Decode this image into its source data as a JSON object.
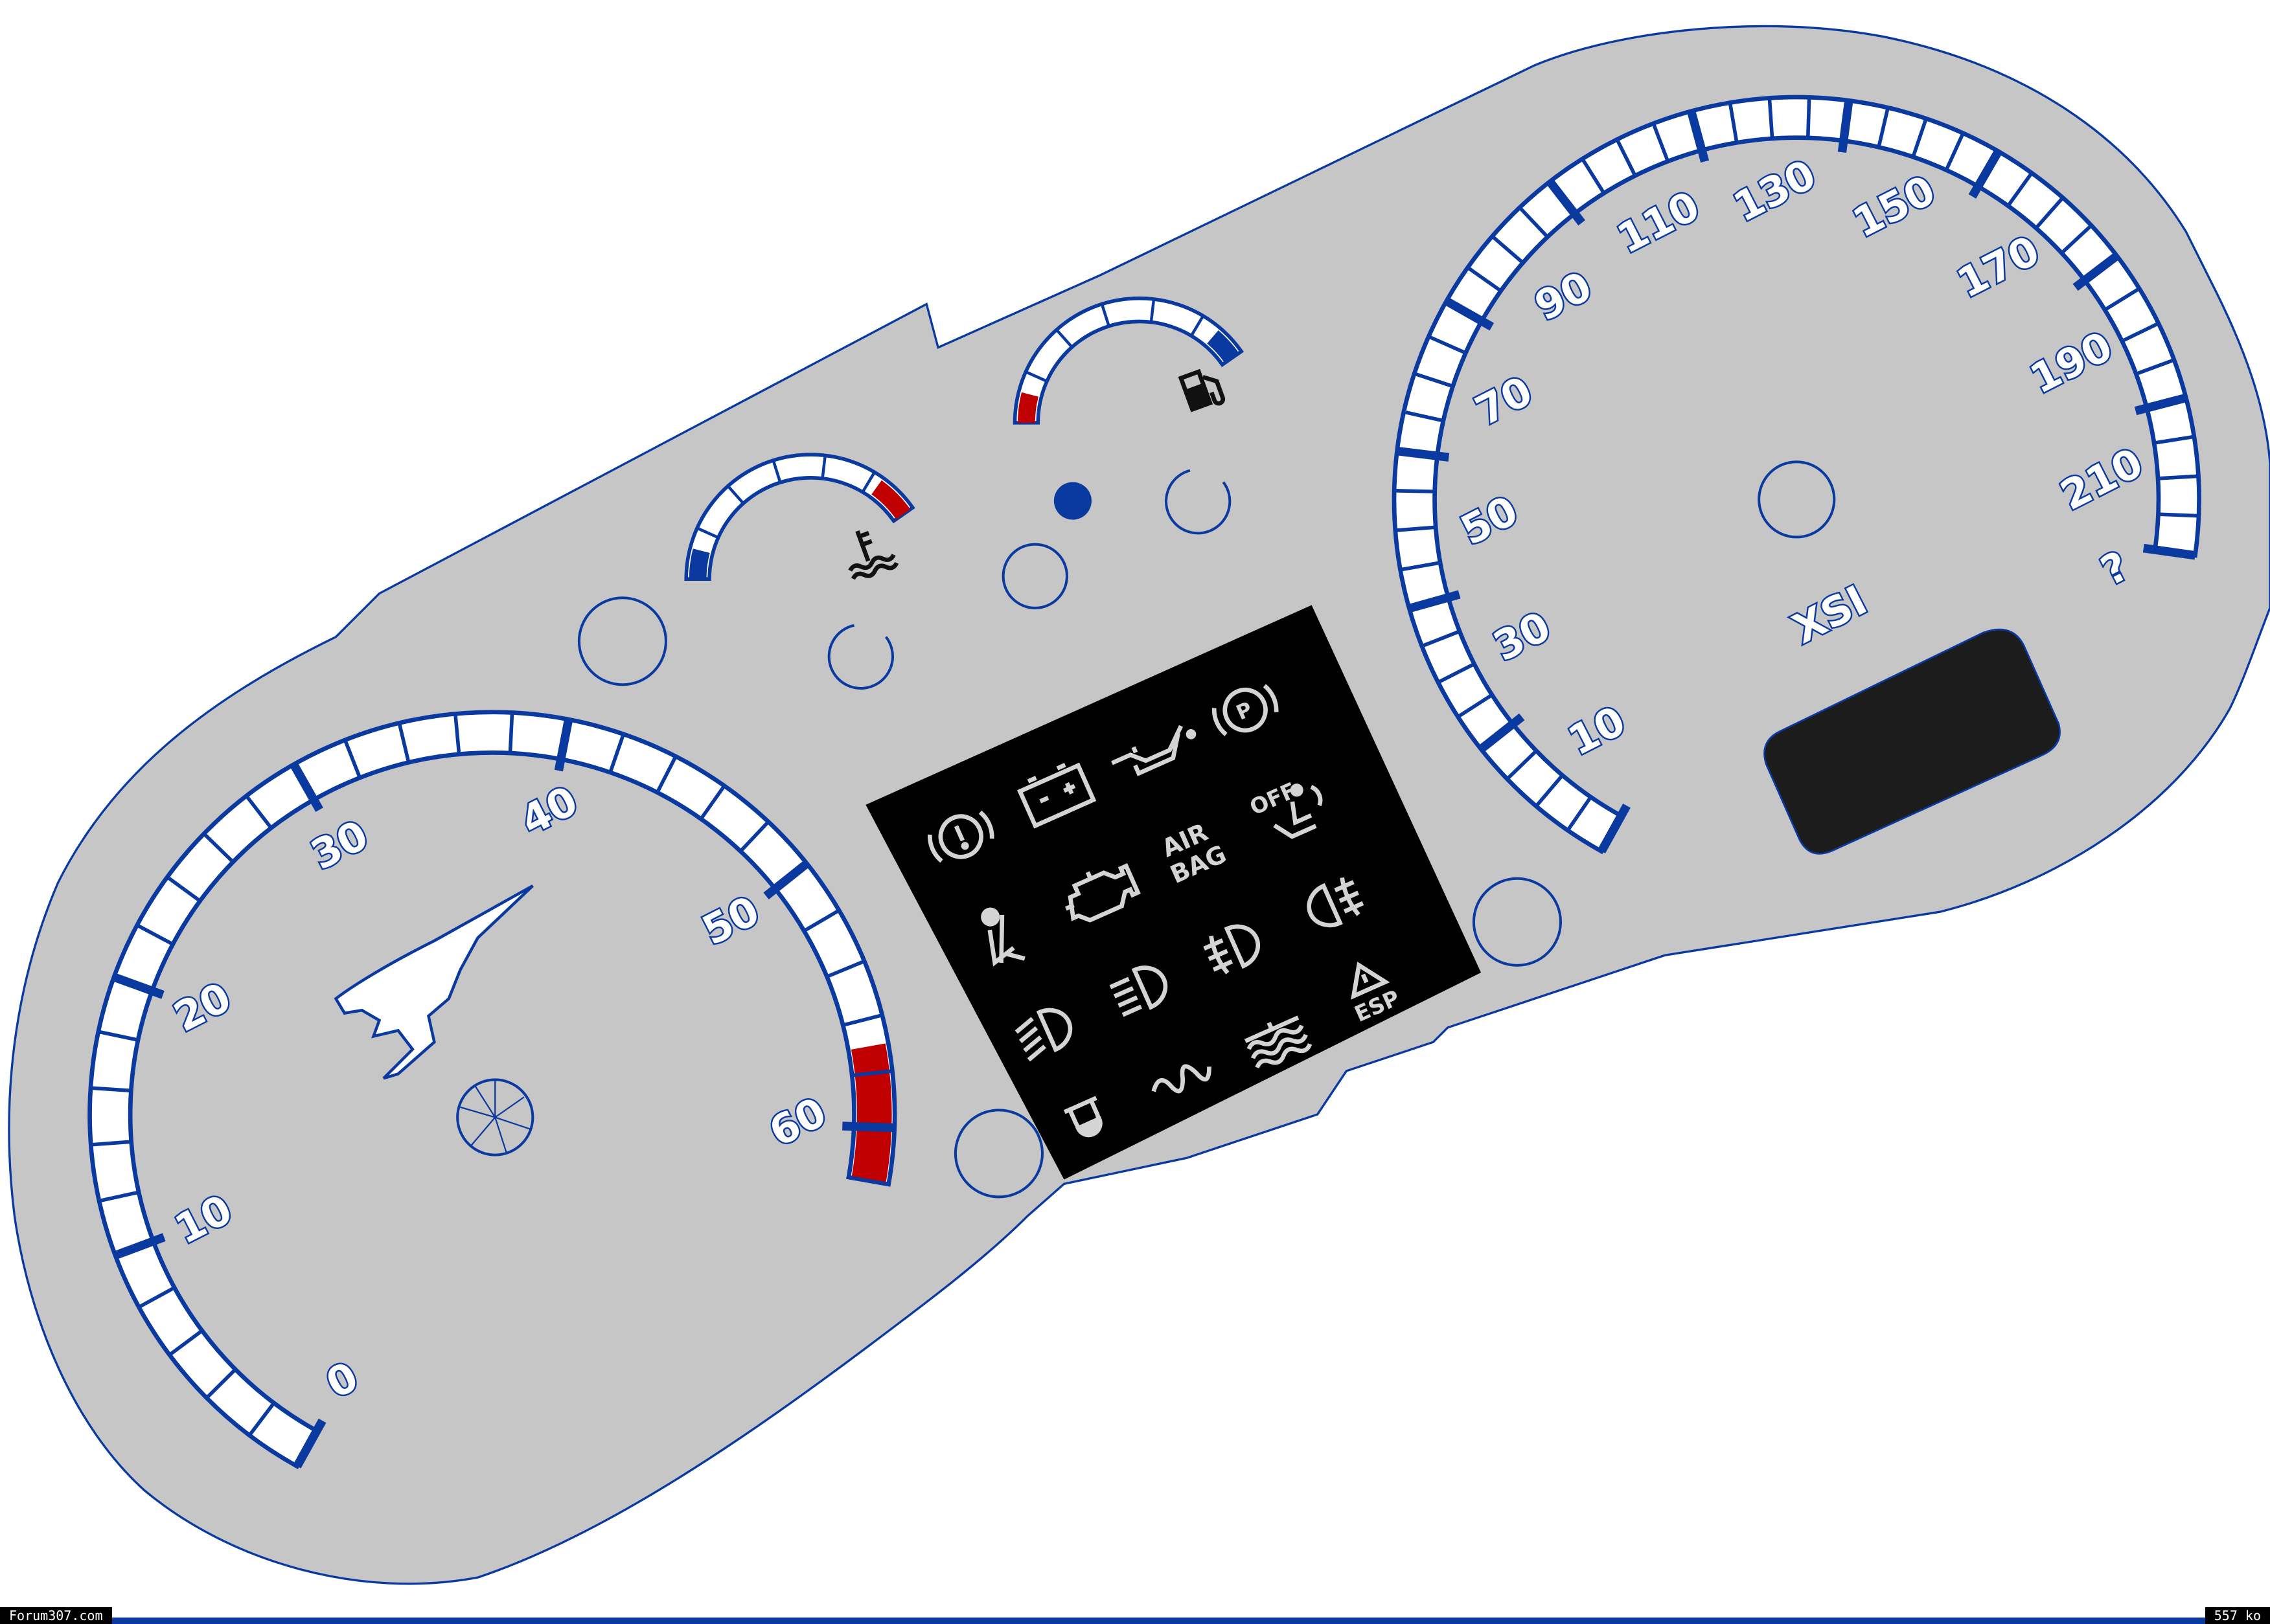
{
  "colors": {
    "plate": "#c6c6c6",
    "accent": "#0a3aa0",
    "red": "#c00000",
    "panel": "#000000",
    "lcd": "#1c1c1c"
  },
  "tachometer": {
    "labels": [
      "0",
      "10",
      "20",
      "30",
      "40",
      "50",
      "60"
    ],
    "min": 0,
    "max": 62,
    "redline_from": 57
  },
  "speedometer": {
    "labels": [
      "10",
      "30",
      "50",
      "70",
      "90",
      "110",
      "130",
      "150",
      "170",
      "190",
      "210"
    ],
    "unit_mark": "?",
    "min": 0,
    "max": 220,
    "badge": "XSI"
  },
  "warning_panel": {
    "airbag_text": "AIR BAG",
    "airbag_line1": "AIR",
    "airbag_line2": "BAG",
    "off_text": "OFF",
    "esp_text": "ESP"
  },
  "footer": {
    "site": "Forum307.com",
    "size": "557 ko"
  }
}
